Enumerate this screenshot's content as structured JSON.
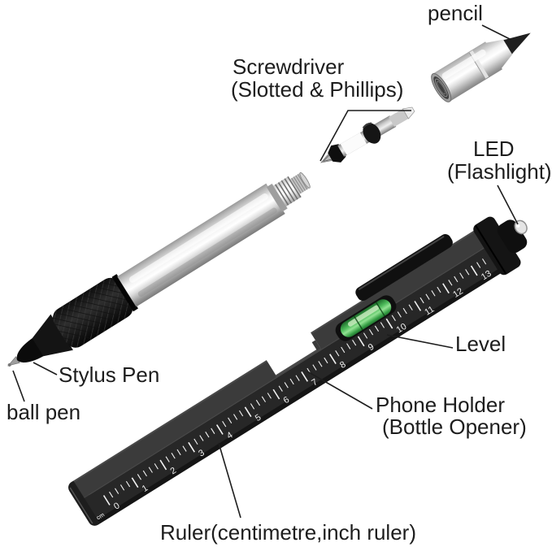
{
  "labels": {
    "pencil": "pencil",
    "screwdriver_line1": "Screwdriver",
    "screwdriver_line2": "(Slotted & Phillips)",
    "led_line1": "LED",
    "led_line2": "(Flashlight)",
    "level": "Level",
    "phone_holder_line1": "Phone Holder",
    "phone_holder_line2": "(Bottle Opener)",
    "stylus": "Stylus Pen",
    "ball_pen": "ball pen",
    "ruler": "Ruler(centimetre,inch ruler)"
  },
  "ruler": {
    "unit": "cm",
    "numbers": [
      "0",
      "1",
      "2",
      "3",
      "4",
      "5",
      "6",
      "7",
      "8",
      "9",
      "10",
      "11",
      "12",
      "13"
    ],
    "start": 30,
    "spacing": 41,
    "minor_per_cm": 5
  },
  "colors": {
    "background": "#ffffff",
    "text": "#1d1d1d",
    "leader": "#1d1d1d",
    "black_pen_body": "#2b2b2b",
    "black_pen_top_facet": "#3b3b3b",
    "level_green": "#4fbd5c",
    "tick_white": "#f2f2f2",
    "chrome_light": "#f5f5f5",
    "chrome_dark": "#5a5a5a"
  }
}
